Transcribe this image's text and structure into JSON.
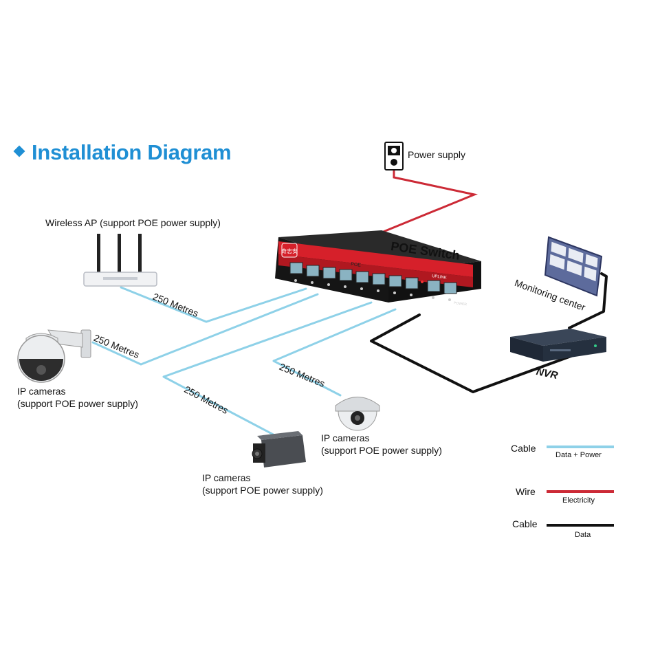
{
  "title": "Installation Diagram",
  "labels": {
    "power_supply": "Power supply",
    "wireless_ap": "Wireless AP (support POE power supply)",
    "poe_switch": "POE Switch",
    "monitoring_center": "Monitoring center",
    "nvr": "NVR",
    "ip_camera_left_line1": "IP cameras",
    "ip_camera_left_line2": "(support POE power supply)",
    "ip_camera_dome_line1": "IP cameras",
    "ip_camera_dome_line2": "(support POE power supply)",
    "ip_camera_box_line1": "IP cameras",
    "ip_camera_box_line2": "(support POE power supply)"
  },
  "distances": {
    "ap": "250 Metres",
    "ptz": "250 Metres",
    "box": "250 Metres",
    "dome": "250 Metres"
  },
  "switch_panel": {
    "brand": "奇志安",
    "poe_text": "POE",
    "uplink_text": "UPLINK",
    "power_text": "POWER"
  },
  "legend": [
    {
      "main": "Cable",
      "sub": "Data + Power",
      "color": "#8ed1e8"
    },
    {
      "main": "Wire",
      "sub": "Electricity",
      "color": "#cc2a36"
    },
    {
      "main": "Cable",
      "sub": "Data",
      "color": "#111111"
    }
  ],
  "colors": {
    "title": "#1f8fd4",
    "poe_cable": "#8ed1e8",
    "power_wire": "#cc2a36",
    "data_cable": "#111111",
    "switch_red": "#d6202a"
  },
  "icons": {
    "power_supply": "outlet-icon",
    "wireless_ap": "router-icon",
    "poe_switch": "switch-icon",
    "monitoring_center": "video-wall-icon",
    "nvr": "nvr-icon",
    "ptz_camera": "ptz-camera-icon",
    "dome_camera": "dome-camera-icon",
    "box_camera": "box-camera-icon"
  }
}
